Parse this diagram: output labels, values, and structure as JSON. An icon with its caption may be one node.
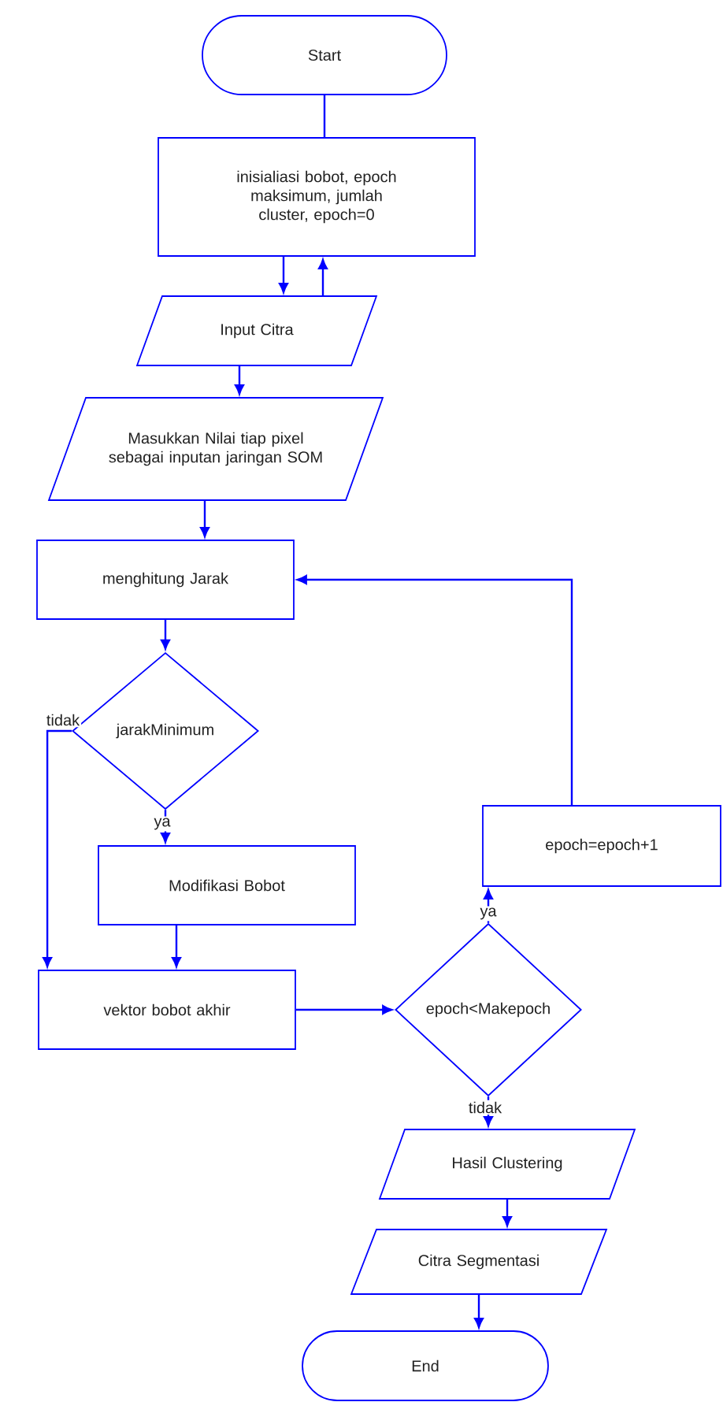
{
  "diagram": {
    "nodes": [
      {
        "text": [
          "Start"
        ]
      },
      {
        "text": [
          "inisialiasi bobot, epoch maksimum, jumlah cluster, epoch=0"
        ]
      },
      {
        "text": [
          "Input Citra"
        ]
      },
      {
        "text": [
          "Masukkan Nilai tiap pixel sebagai inputan jaringan SOM"
        ]
      },
      {
        "text": [
          "menghitung Jarak"
        ]
      },
      {
        "text": [
          "jarakMinimum"
        ]
      },
      {
        "text": [
          "Modifikasi Bobot"
        ]
      },
      {
        "text": [
          "vektor bobot akhir"
        ]
      },
      {
        "text": [
          "epoch<Makepoch"
        ]
      },
      {
        "text": [
          "epoch=epoch+1"
        ]
      },
      {
        "text": [
          "Hasil Clustering"
        ]
      },
      {
        "text": [
          "Citra Segmentasi"
        ]
      },
      {
        "text": [
          "End"
        ]
      }
    ],
    "edges": [
      {
        "from": 0,
        "to": 1,
        "arrow": "none"
      },
      {
        "from": 1,
        "to": 2,
        "arrow": "to"
      },
      {
        "from": 2,
        "to": 1,
        "arrow": "to"
      },
      {
        "from": 2,
        "to": 3,
        "arrow": "to"
      },
      {
        "from": 3,
        "to": 4,
        "arrow": "to"
      },
      {
        "from": 4,
        "to": 5,
        "arrow": "to"
      },
      {
        "from": 5,
        "to": 6,
        "arrow": "to",
        "label": "ya"
      },
      {
        "from": 5,
        "to": 7,
        "arrow": "to",
        "label": "tidak"
      },
      {
        "from": 6,
        "to": 7,
        "arrow": "to"
      },
      {
        "from": 7,
        "to": 8,
        "arrow": "to"
      },
      {
        "from": 8,
        "to": 9,
        "arrow": "to",
        "label": "ya"
      },
      {
        "from": 9,
        "to": 4,
        "arrow": "to"
      },
      {
        "from": 8,
        "to": 10,
        "arrow": "to",
        "label": "tidak"
      },
      {
        "from": 10,
        "to": 11,
        "arrow": "to"
      },
      {
        "from": 11,
        "to": 12,
        "arrow": "to"
      }
    ]
  }
}
